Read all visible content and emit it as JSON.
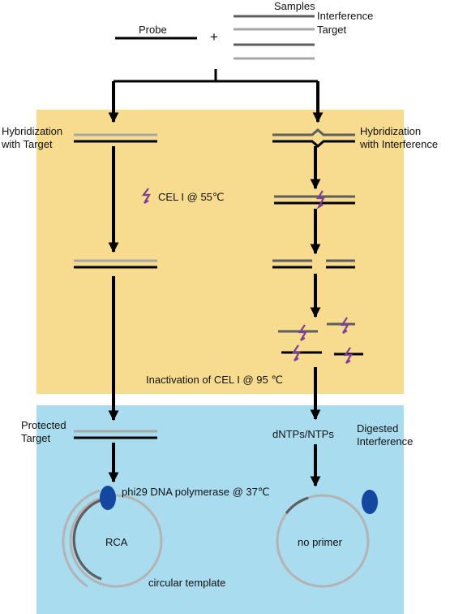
{
  "header": {
    "probe": "Probe",
    "plus": "+",
    "samples": "Samples",
    "interference": "Interference",
    "target": "Target"
  },
  "left_branch": {
    "hybridization_line1": "Hybridization",
    "hybridization_line2": "with Target",
    "protected_line1": "Protected",
    "protected_line2": "Target",
    "polymerase": "phi29 DNA polymerase @ 37℃",
    "rca": "RCA",
    "circular_template": "circular template"
  },
  "right_branch": {
    "hybridization_line1": "Hybridization",
    "hybridization_line2": "with Interference",
    "dntps": "dNTPs/NTPs",
    "digested_line1": "Digested",
    "digested_line2": "Interference",
    "no_primer": "no primer"
  },
  "steps": {
    "cel_digestion": "CEL I @ 55℃",
    "inactivation": "Inactivation of CEL I @ 95 ℃"
  },
  "colors": {
    "panel_yellow": "#f7db8e",
    "panel_blue": "#a9dcef",
    "probe_black": "#000000",
    "target_light_gray": "#a7a7a7",
    "interference_dark_gray": "#5e5e5e",
    "enzyme_purple": "#7d3f98",
    "polymerase_blue": "#1347a0",
    "circle_gray": "#b3b3b3"
  }
}
